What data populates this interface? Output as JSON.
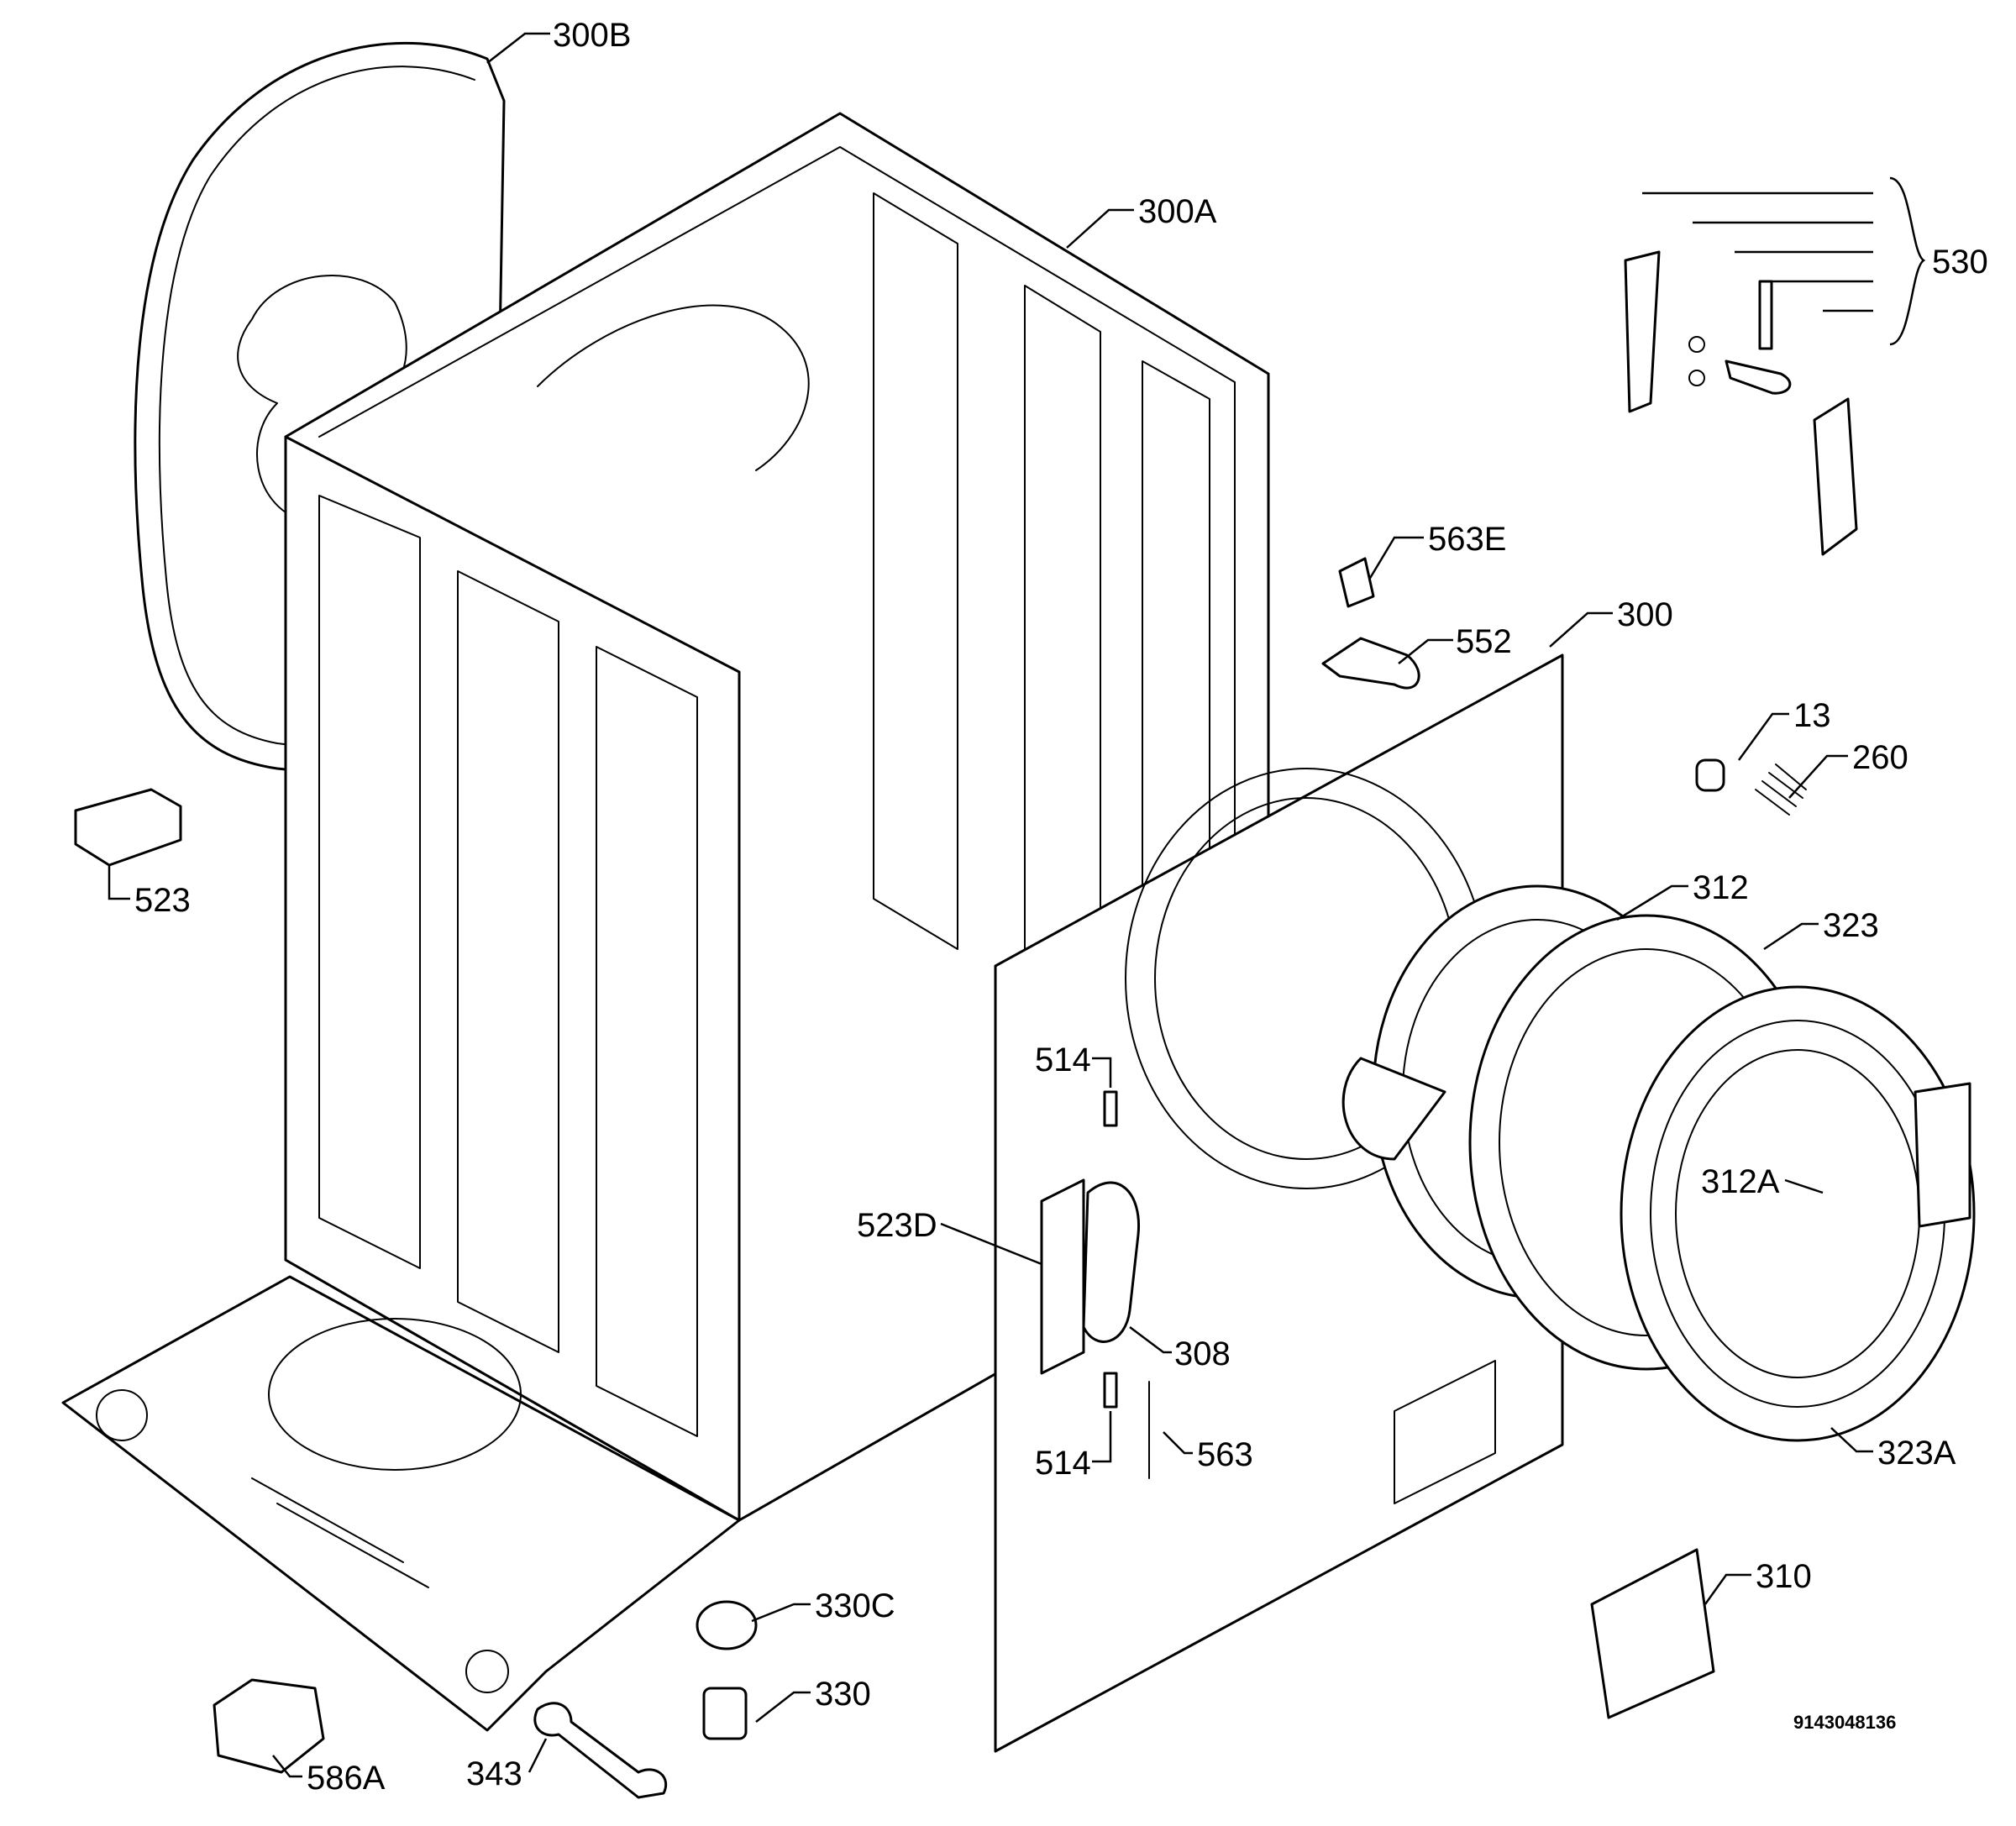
{
  "callouts": {
    "c300B": "300B",
    "c300A": "300A",
    "c530": "530",
    "c563E": "563E",
    "c552": "552",
    "c300": "300",
    "c13": "13",
    "c260": "260",
    "c523": "523",
    "c312": "312",
    "c323": "323",
    "c514a": "514",
    "c312A": "312A",
    "c523D": "523D",
    "c308": "308",
    "c514b": "514",
    "c563": "563",
    "c323A": "323A",
    "c310": "310",
    "c330C": "330C",
    "c330": "330",
    "c343": "343",
    "c586A": "586A"
  },
  "document_number": "9143048136"
}
